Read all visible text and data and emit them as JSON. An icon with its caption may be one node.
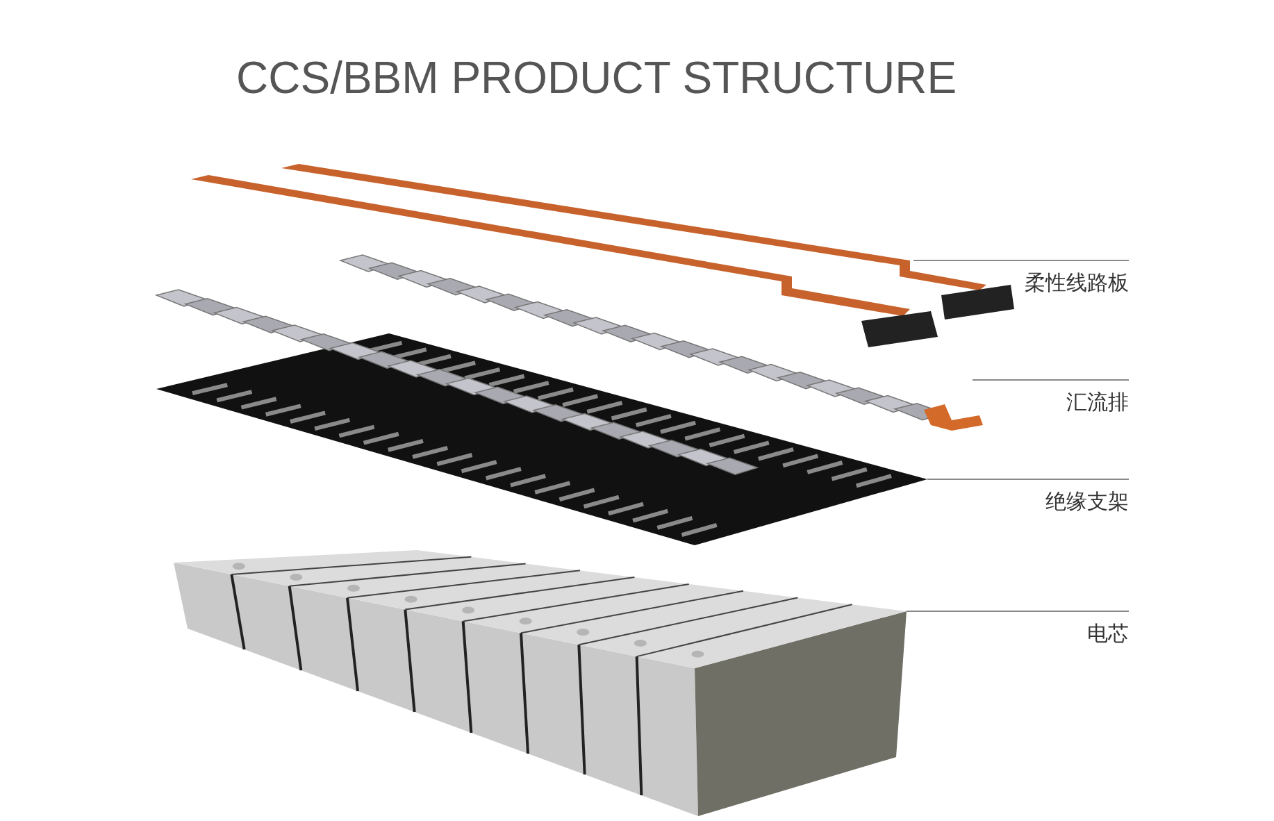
{
  "diagram": {
    "title": "CCS/BBM PRODUCT STRUCTURE",
    "nodes": [
      {
        "text": [
          "柔性线路板"
        ]
      },
      {
        "text": [],
        "shape": "picture"
      },
      {
        "text": [
          "汇流排"
        ]
      },
      {
        "text": [],
        "shape": "picture"
      },
      {
        "text": [
          "绝缘支架"
        ]
      },
      {
        "text": [],
        "shape": "picture"
      },
      {
        "text": [
          "电芯"
        ]
      },
      {
        "text": [],
        "shape": "picture"
      }
    ],
    "edges": [
      {
        "from": 0,
        "to": 1,
        "arrow": "none"
      },
      {
        "from": 2,
        "to": 3,
        "arrow": "none"
      },
      {
        "from": 4,
        "to": 5,
        "arrow": "none"
      },
      {
        "from": 6,
        "to": 7,
        "arrow": "none"
      }
    ]
  }
}
